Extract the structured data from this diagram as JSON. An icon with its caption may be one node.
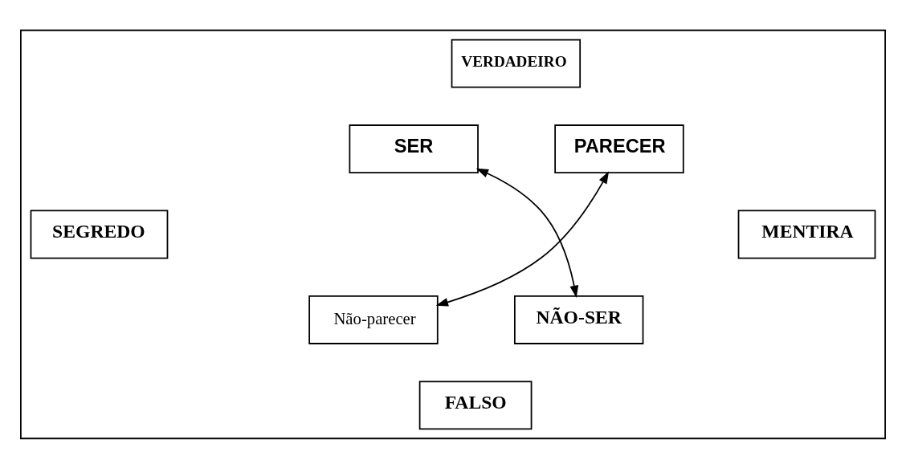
{
  "diagram": {
    "nodes": [
      {
        "text": [],
        "shape": "box"
      },
      {
        "text": [
          "VERDADEIRO"
        ],
        "in": 0
      },
      {
        "text": [
          "SER"
        ],
        "in": 0
      },
      {
        "text": [
          "PARECER"
        ],
        "in": 0
      },
      {
        "text": [
          "SEGREDO"
        ],
        "in": 0
      },
      {
        "text": [
          "MENTIRA"
        ],
        "in": 0
      },
      {
        "text": [
          "Não-parecer"
        ],
        "in": 0
      },
      {
        "text": [
          "NÃO-SER"
        ],
        "in": 0
      },
      {
        "text": [
          "FALSO"
        ],
        "in": 0
      }
    ],
    "edges": [
      {
        "from": 2,
        "to": 7,
        "arrow": "both"
      },
      {
        "from": 3,
        "to": 6,
        "arrow": "both"
      }
    ]
  }
}
